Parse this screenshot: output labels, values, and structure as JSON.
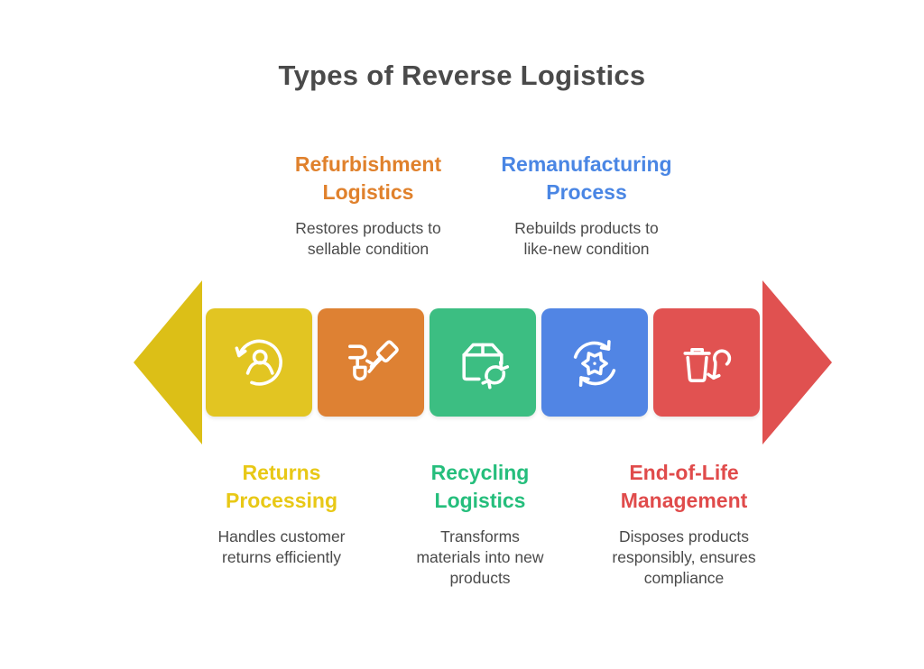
{
  "title": {
    "text": "Types of Reverse Logistics",
    "color": "#4a4a4a"
  },
  "text_color": "#4a4a4a",
  "background": "#ffffff",
  "top_labels": [
    {
      "id": "refurbishment-logistics",
      "heading": "Refurbishment\nLogistics",
      "heading_color": "#e0812c",
      "description": "Restores products to\nsellable condition"
    },
    {
      "id": "remanufacturing-process",
      "heading": "Remanufacturing\nProcess",
      "heading_color": "#4a86e4",
      "description": "Rebuilds products to\nlike-new condition"
    }
  ],
  "bottom_labels": [
    {
      "id": "returns-processing",
      "heading": "Returns\nProcessing",
      "heading_color": "#e8c816",
      "description": "Handles customer\nreturns efficiently"
    },
    {
      "id": "recycling-logistics",
      "heading": "Recycling\nLogistics",
      "heading_color": "#25be7c",
      "description": "Transforms\nmaterials into new\nproducts"
    },
    {
      "id": "end-of-life-management",
      "heading": "End-of-Life\nManagement",
      "heading_color": "#e04b4b",
      "description": "Disposes products\nresponsibly, ensures\ncompliance"
    }
  ],
  "flow_arrow": {
    "direction": "bidirectional",
    "left_head_color": "#dcbf17",
    "right_head_color": "#e05150",
    "steps": [
      {
        "id": "returns-processing",
        "icon": "customer-return-icon",
        "color": "#e2c522"
      },
      {
        "id": "refurbishment-logistics",
        "icon": "repair-hammer-icon",
        "color": "#de8133"
      },
      {
        "id": "recycling-logistics",
        "icon": "package-recycle-icon",
        "color": "#3cbe82"
      },
      {
        "id": "remanufacturing-process",
        "icon": "gear-cycle-icon",
        "color": "#5185e4"
      },
      {
        "id": "end-of-life-management",
        "icon": "trash-disposal-icon",
        "color": "#e15251"
      }
    ]
  }
}
